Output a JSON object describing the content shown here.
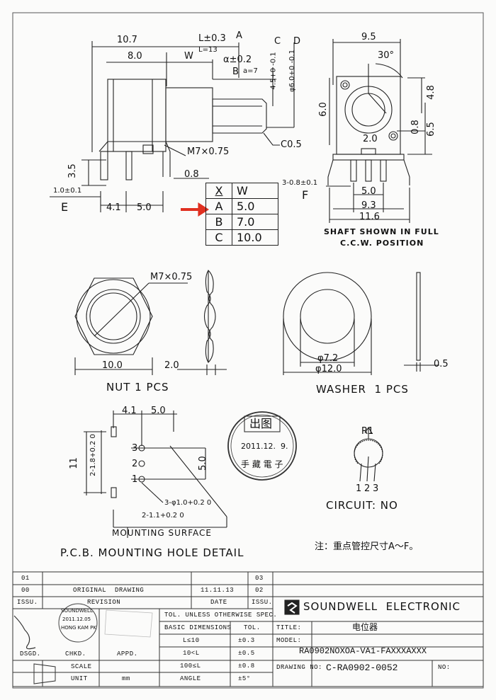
{
  "stamp_top_right": "",
  "drawing": {
    "side_view": {
      "dims": {
        "total": "10.7",
        "body": "8.0",
        "w": "W",
        "l": "L±0.3",
        "l_note": "L=13",
        "a": "A",
        "b": "B",
        "q": "α±0.2",
        "a_note": "a=7",
        "c": "C",
        "d": "D",
        "c_val": "4.5+0 -0.1",
        "d_val": "φ6.0+0 -0.1",
        "thread": "M7×0.75",
        "chamfer": "C0.5",
        "h35": "3.5",
        "w08": "0.8",
        "e_val": "1.0±0.1",
        "e": "E",
        "p41": "4.1",
        "p50": "5.0"
      }
    },
    "front_view": {
      "dims": {
        "width": "9.5",
        "angle": "30°",
        "h60": "6.0",
        "h48": "4.8",
        "h65": "6.5",
        "h08": "0.8",
        "w20": "2.0",
        "pin": "3-0.8±0.1",
        "f": "F",
        "w50": "5.0",
        "w93": "9.3",
        "w116": "11.6"
      },
      "caption": [
        "SHAFT SHOWN IN FULL",
        "C.C.W. POSITION"
      ]
    },
    "xw_table": {
      "header": [
        "X",
        "W"
      ],
      "rows": [
        [
          "A",
          "5.0"
        ],
        [
          "B",
          "7.0"
        ],
        [
          "C",
          "10.0"
        ]
      ]
    },
    "nut": {
      "thread": "M7×0.75",
      "w": "10.0",
      "t": "2.0",
      "label": "NUT 1 PCS"
    },
    "washer": {
      "id": "φ7.2",
      "od": "φ12.0",
      "t": "0.5",
      "label": "WASHER  1 PCS"
    },
    "pcb": {
      "dims": {
        "d41": "4.1",
        "d50": "5.0",
        "v11": "11",
        "slot": "2-1.8+0.2 0",
        "v50": "5.0",
        "holes": "3-φ1.0+0.2 0",
        "slot2": "2-1.1+0.2 0",
        "p1": "1",
        "p2": "2",
        "p3": "3"
      },
      "mounting": "MOUNTING SURFACE",
      "label": "P.C.B. MOUNTING HOLE DETAIL"
    },
    "stamp": {
      "top": "出图",
      "date": "2011.12.  9.",
      "bottom": "手 藏 電 子"
    },
    "circuit": {
      "r1": "R1",
      "pins": [
        "1",
        "2",
        "3"
      ],
      "label": "CIRCUIT: NO"
    },
    "note": "注：重点管控尺寸A～F。"
  },
  "title_block": {
    "rev_rows": [
      {
        "mark": "01",
        "desc": "",
        "date": "",
        "no": "03"
      },
      {
        "mark": "00",
        "desc": "ORIGINAL  DRAWING",
        "date": "11.11.13",
        "no": "02"
      },
      {
        "mark": "ISSU.",
        "desc": "REVISION",
        "date": "DATE",
        "no": "ISSU."
      }
    ],
    "company": "SOUNDWELL  ELECTRONIC",
    "tolerance_header": "TOL. UNLESS OTHERWISE SPEC.",
    "tol_cols": [
      "BASIC DIMENSIONS",
      "TOL."
    ],
    "tol_rows": [
      [
        "L≤10",
        "±0.3"
      ],
      [
        "10<L",
        "±0.5"
      ],
      [
        "100≤L",
        "±0.8"
      ],
      [
        "ANGLE",
        "±5°"
      ]
    ],
    "title_label": "TITLE:",
    "title": "电位器",
    "model_label": "MODEL:",
    "model": "RA0902NOXOA-VA1-FAXXXAXXX",
    "drawing_no_label": "DRAWING NO:",
    "drawing_no": "C-RA0902-0052",
    "no_label": "NO:",
    "sign_labels": [
      "DSGD.",
      "CHKD.",
      "APPD."
    ],
    "scale_label": "SCALE",
    "unit_label": "UNIT",
    "unit": "mm",
    "sign_stamp": [
      "SOUNDWELL",
      "2011.12.05",
      "HONG KAM PK"
    ]
  }
}
